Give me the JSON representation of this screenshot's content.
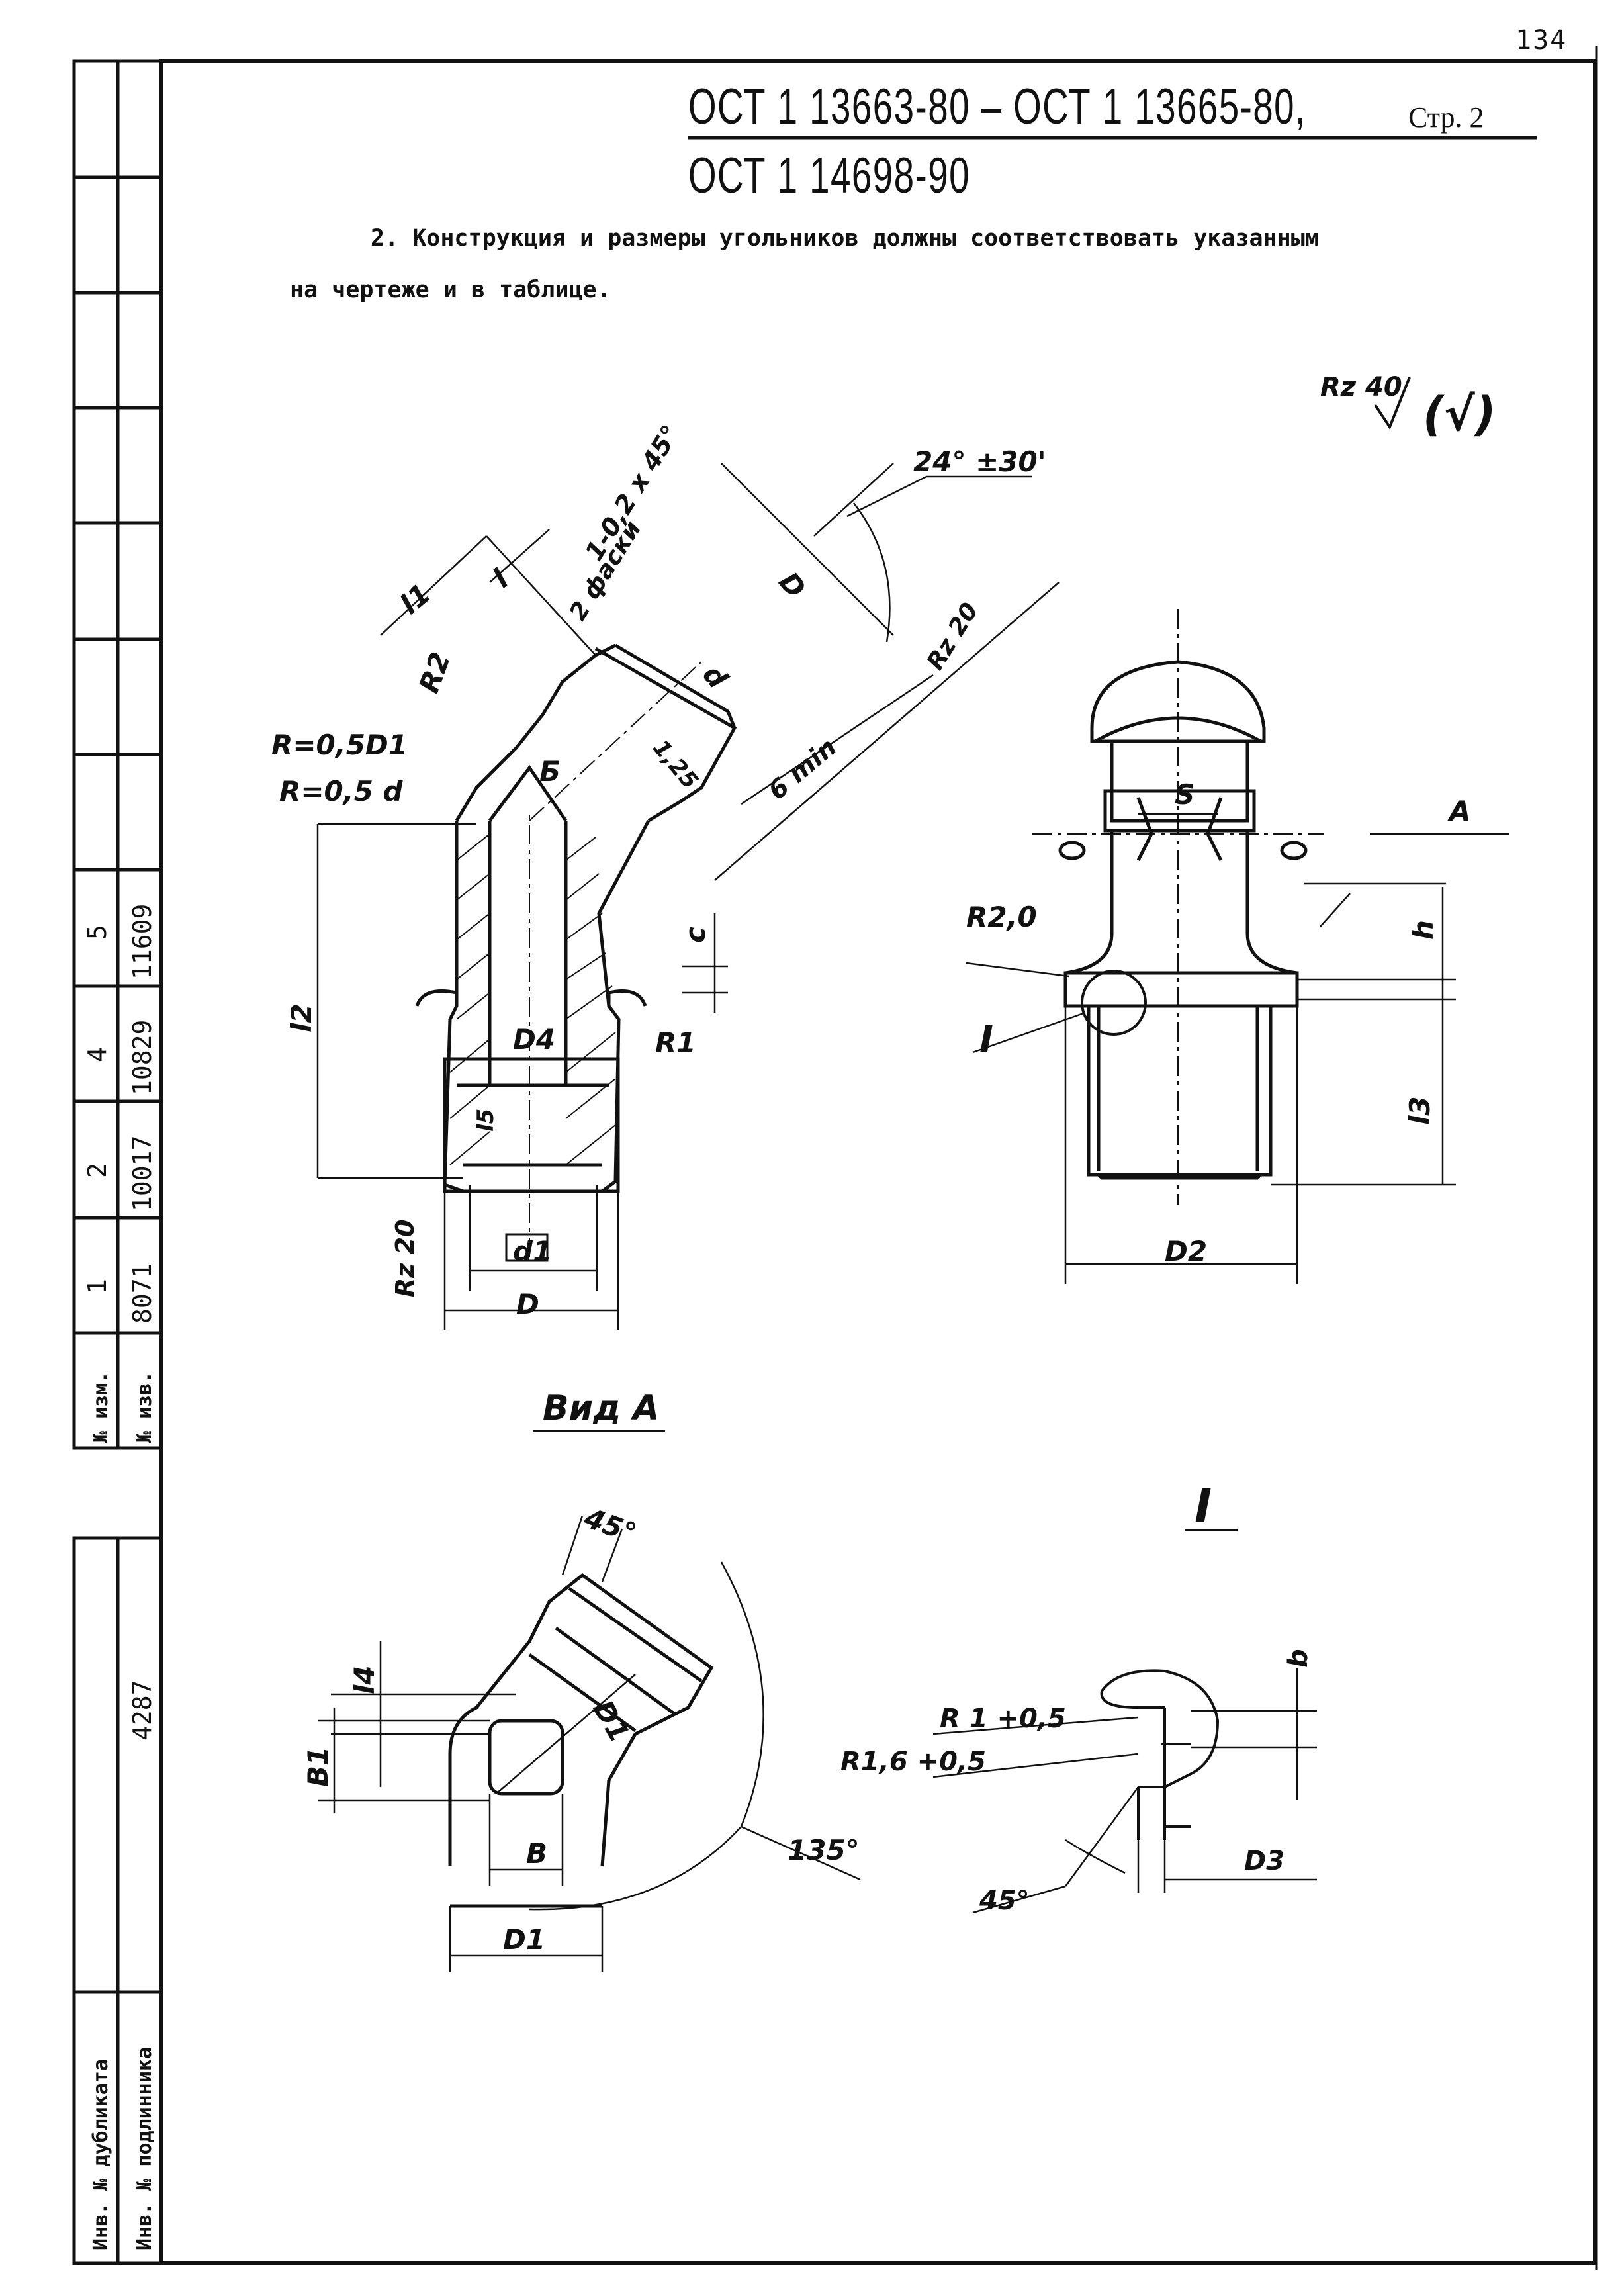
{
  "page_number": "134",
  "header": {
    "standard_line1": "ОСТ 1 13663-80 – ОСТ 1 13665-80,",
    "page_label": "Стр. 2",
    "standard_line2": "ОСТ 1 14698-90"
  },
  "paragraph": {
    "line1": "2. Конструкция и размеры угольников должны соответствовать указанным",
    "line2": "на чертеже и в таблице."
  },
  "roughness": {
    "general": "Rz 40",
    "check": "(√)"
  },
  "main_view": {
    "labels": [
      "l1",
      "l",
      "1-0,2 x 45°",
      "2 фаски",
      "24° ±30'",
      "D",
      "Rz 20",
      "d",
      "R2",
      "R=0,5D1",
      "R=0,5 d",
      "Б",
      "1,25",
      "6 min",
      "c",
      "l2",
      "D4",
      "R1",
      "l5",
      "d1",
      "D",
      "Rz 20"
    ]
  },
  "side_view": {
    "labels": [
      "S",
      "A",
      "R2,0",
      "h",
      "I",
      "l3",
      "D2"
    ]
  },
  "view_a": {
    "title": "Вид А",
    "labels": [
      "45°",
      "l4",
      "D1",
      "B1",
      "B",
      "135°",
      "D1"
    ]
  },
  "detail_i": {
    "title": "I",
    "labels": [
      "b",
      "R 1 +0,5",
      "R1,6 +0,5",
      "45°",
      "D3"
    ]
  },
  "side_stamp": {
    "change_numbers": [
      "5",
      "4",
      "2",
      "1"
    ],
    "notice_numbers": [
      "11609",
      "10829",
      "10017",
      "8071"
    ],
    "row_labels": [
      "№ изм.",
      "№ изв."
    ],
    "value": "4287",
    "bottom_labels": [
      "Инв. № дубликата",
      "Инв. № подлинника"
    ]
  }
}
